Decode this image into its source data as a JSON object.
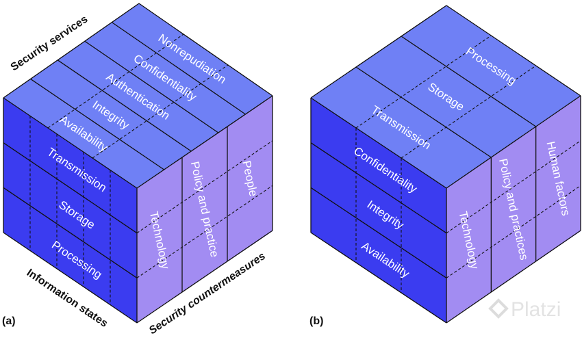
{
  "colors": {
    "top": "#6f80f5",
    "left": "#3b3cf0",
    "right": "#a28cf2",
    "watermark": "#dcdcdc"
  },
  "panel_a": {
    "tag": "(a)",
    "axis_top": "Security services",
    "axis_left": "Information states",
    "axis_right": "Security countermeasures",
    "top_rows": [
      "Availability",
      "Integrity",
      "Authentication",
      "Confidentiality",
      "Nonrepudiation"
    ],
    "left_rows": [
      "Transmission",
      "Storage",
      "Processing"
    ],
    "right_cols": [
      "Technology",
      "Policy and practice",
      "People"
    ]
  },
  "panel_b": {
    "tag": "(b)",
    "top_rows": [
      "Transmission",
      "Storage",
      "Processing"
    ],
    "left_rows": [
      "Confidentiality",
      "Integrity",
      "Availability"
    ],
    "right_cols": [
      "Technology",
      "Policy and practices",
      "Human factors"
    ]
  },
  "watermark": {
    "text": "Platzi",
    "icon": "platzi-logo-icon"
  }
}
